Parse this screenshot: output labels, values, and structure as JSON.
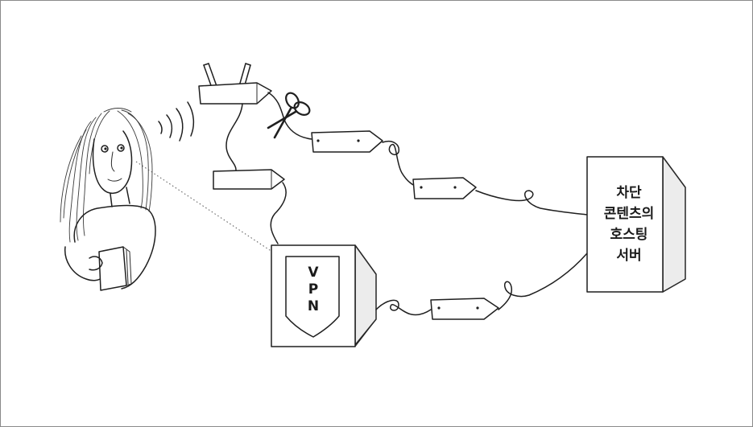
{
  "vpn": {
    "letters": [
      "V",
      "P",
      "N"
    ]
  },
  "server": {
    "lines": [
      "차단",
      "콘텐츠의",
      "호스팅",
      "서버"
    ]
  },
  "icons": [
    "person-reading-icon",
    "router-icon",
    "modem-icon",
    "scissors-icon",
    "vpn-computer-icon",
    "shield-icon",
    "server-icon",
    "network-cable-icon",
    "wifi-signal-icon"
  ]
}
